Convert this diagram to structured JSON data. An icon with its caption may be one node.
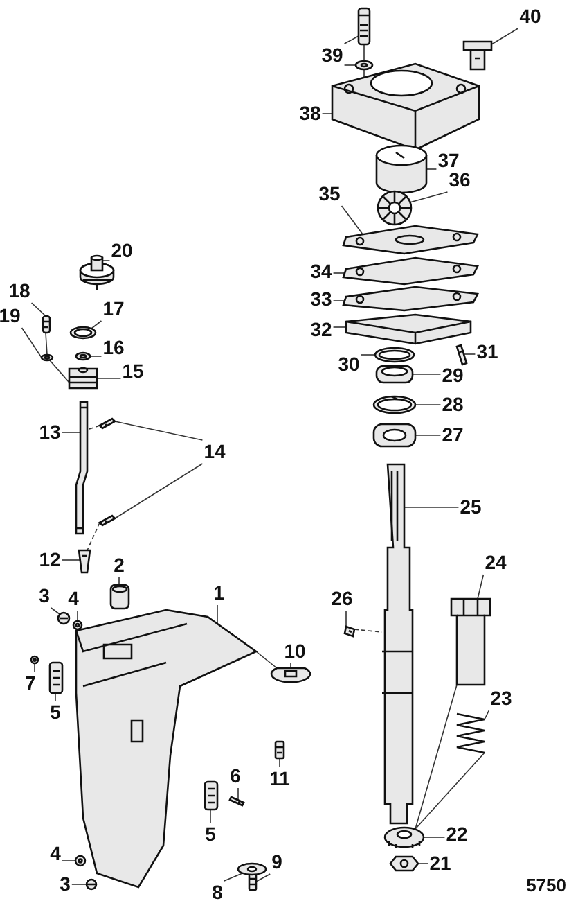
{
  "diagram": {
    "nodes": [
      {
        "text": [
          "40"
        ]
      },
      {
        "text": [
          "39"
        ]
      },
      {
        "text": [
          "38"
        ]
      },
      {
        "text": [
          "37"
        ]
      },
      {
        "text": [
          "36"
        ]
      },
      {
        "text": [
          "35"
        ]
      },
      {
        "text": [
          "20"
        ]
      },
      {
        "text": [
          "34"
        ]
      },
      {
        "text": [
          "18"
        ]
      },
      {
        "text": [
          "17"
        ]
      },
      {
        "text": [
          "33"
        ]
      },
      {
        "text": [
          "19"
        ]
      },
      {
        "text": [
          "16"
        ]
      },
      {
        "text": [
          "32"
        ]
      },
      {
        "text": [
          "15"
        ]
      },
      {
        "text": [
          "31"
        ]
      },
      {
        "text": [
          "30"
        ]
      },
      {
        "text": [
          "29"
        ]
      },
      {
        "text": [
          "28"
        ]
      },
      {
        "text": [
          "13"
        ]
      },
      {
        "text": [
          "14"
        ]
      },
      {
        "text": [
          "27"
        ]
      },
      {
        "text": [
          "25"
        ]
      },
      {
        "text": [
          "12"
        ]
      },
      {
        "text": [
          "2"
        ]
      },
      {
        "text": [
          "24"
        ]
      },
      {
        "text": [
          "1"
        ]
      },
      {
        "text": [
          "3"
        ]
      },
      {
        "text": [
          "4"
        ]
      },
      {
        "text": [
          "26"
        ]
      },
      {
        "text": [
          "10"
        ]
      },
      {
        "text": [
          "7"
        ]
      },
      {
        "text": [
          "23"
        ]
      },
      {
        "text": [
          "5"
        ]
      },
      {
        "text": [
          "11"
        ]
      },
      {
        "text": [
          "6"
        ]
      },
      {
        "text": [
          "5"
        ]
      },
      {
        "text": [
          "22"
        ]
      },
      {
        "text": [
          "4"
        ]
      },
      {
        "text": [
          "9"
        ]
      },
      {
        "text": [
          "3"
        ]
      },
      {
        "text": [
          "21"
        ]
      },
      {
        "text": [
          "8"
        ]
      },
      {
        "text": [],
        "shape": "picture"
      },
      {
        "text": [],
        "shape": "picture"
      },
      {
        "text": [],
        "shape": "picture"
      },
      {
        "text": [],
        "shape": "picture"
      },
      {
        "text": [],
        "shape": "picture"
      },
      {
        "text": [],
        "shape": "picture"
      },
      {
        "text": [],
        "shape": "picture"
      },
      {
        "text": [],
        "shape": "picture"
      },
      {
        "text": [],
        "shape": "picture"
      },
      {
        "text": [],
        "shape": "picture"
      },
      {
        "text": [],
        "shape": "picture"
      },
      {
        "text": [],
        "shape": "picture"
      },
      {
        "text": [],
        "shape": "picture"
      },
      {
        "text": [],
        "shape": "picture"
      },
      {
        "text": [],
        "shape": "picture"
      },
      {
        "text": [],
        "shape": "picture"
      },
      {
        "text": [],
        "shape": "picture"
      },
      {
        "text": [],
        "shape": "picture"
      },
      {
        "text": [],
        "shape": "picture"
      },
      {
        "text": [],
        "shape": "picture"
      },
      {
        "text": [],
        "shape": "picture"
      },
      {
        "text": [],
        "shape": "picture"
      },
      {
        "text": [],
        "shape": "picture"
      },
      {
        "text": [],
        "shape": "picture"
      },
      {
        "text": [],
        "shape": "picture"
      },
      {
        "text": [],
        "shape": "picture"
      },
      {
        "text": [],
        "shape": "picture"
      },
      {
        "text": [],
        "shape": "picture"
      },
      {
        "text": [],
        "shape": "picture"
      },
      {
        "text": [],
        "shape": "picture"
      },
      {
        "text": [],
        "shape": "picture"
      },
      {
        "text": [],
        "shape": "picture"
      },
      {
        "text": [],
        "shape": "picture"
      },
      {
        "text": [],
        "shape": "picture"
      },
      {
        "text": [],
        "shape": "picture"
      },
      {
        "text": [],
        "shape": "picture"
      },
      {
        "text": [],
        "shape": "picture"
      },
      {
        "text": [],
        "shape": "picture"
      },
      {
        "text": [],
        "shape": "picture"
      },
      {
        "text": [],
        "shape": "picture"
      },
      {
        "text": [],
        "shape": "picture"
      },
      {
        "text": [],
        "shape": "picture"
      },
      {
        "text": [],
        "shape": "picture"
      },
      {
        "text": [],
        "shape": "picture"
      },
      {
        "text": [],
        "shape": "picture"
      }
    ],
    "edges": [
      {
        "from": 0,
        "to": 43,
        "arrow": "none"
      },
      {
        "from": 1,
        "to": 44,
        "arrow": "none"
      },
      {
        "from": 1,
        "to": 45,
        "arrow": "none"
      },
      {
        "from": 2,
        "to": 46,
        "arrow": "none"
      },
      {
        "from": 3,
        "to": 47,
        "arrow": "none"
      },
      {
        "from": 4,
        "to": 48,
        "arrow": "none"
      },
      {
        "from": 5,
        "to": 49,
        "arrow": "none"
      },
      {
        "from": 6,
        "to": 50,
        "arrow": "none"
      },
      {
        "from": 7,
        "to": 51,
        "arrow": "none"
      },
      {
        "from": 8,
        "to": 52,
        "arrow": "none"
      },
      {
        "from": 9,
        "to": 53,
        "arrow": "none"
      },
      {
        "from": 10,
        "to": 54,
        "arrow": "none"
      },
      {
        "from": 11,
        "to": 55,
        "arrow": "none"
      },
      {
        "from": 12,
        "to": 56,
        "arrow": "none"
      },
      {
        "from": 13,
        "to": 57,
        "arrow": "none"
      },
      {
        "from": 14,
        "to": 58,
        "arrow": "none"
      },
      {
        "from": 15,
        "to": 59,
        "arrow": "none"
      },
      {
        "from": 16,
        "to": 60,
        "arrow": "none"
      },
      {
        "from": 17,
        "to": 61,
        "arrow": "none"
      },
      {
        "from": 18,
        "to": 62,
        "arrow": "none"
      },
      {
        "from": 19,
        "to": 63,
        "arrow": "none"
      },
      {
        "from": 20,
        "to": 64,
        "arrow": "none"
      },
      {
        "from": 20,
        "to": 65,
        "arrow": "none"
      },
      {
        "from": 21,
        "to": 66,
        "arrow": "none"
      },
      {
        "from": 22,
        "to": 67,
        "arrow": "none"
      },
      {
        "from": 23,
        "to": 68,
        "arrow": "none"
      },
      {
        "from": 24,
        "to": 69,
        "arrow": "none"
      },
      {
        "from": 25,
        "to": 70,
        "arrow": "none"
      },
      {
        "from": 26,
        "to": 71,
        "arrow": "none"
      },
      {
        "from": 27,
        "to": 72,
        "arrow": "none"
      },
      {
        "from": 28,
        "to": 73,
        "arrow": "none"
      },
      {
        "from": 29,
        "to": 74,
        "arrow": "none"
      },
      {
        "from": 30,
        "to": 75,
        "arrow": "none"
      },
      {
        "from": 31,
        "to": 76,
        "arrow": "none"
      },
      {
        "from": 32,
        "to": 77,
        "arrow": "none"
      },
      {
        "from": 33,
        "to": 78,
        "arrow": "none"
      },
      {
        "from": 34,
        "to": 79,
        "arrow": "none"
      },
      {
        "from": 35,
        "to": 80,
        "arrow": "none"
      },
      {
        "from": 36,
        "to": 81,
        "arrow": "none"
      },
      {
        "from": 37,
        "to": 82,
        "arrow": "none"
      },
      {
        "from": 38,
        "to": 83,
        "arrow": "none"
      },
      {
        "from": 39,
        "to": 84,
        "arrow": "none"
      },
      {
        "from": 40,
        "to": 85,
        "arrow": "none"
      },
      {
        "from": 41,
        "to": 86,
        "arrow": "none"
      },
      {
        "from": 42,
        "to": 87,
        "arrow": "none"
      },
      {
        "from": 44,
        "to": 45,
        "arrow": "none"
      },
      {
        "from": 45,
        "to": 46,
        "arrow": "none"
      },
      {
        "from": 52,
        "to": 55,
        "arrow": "none"
      },
      {
        "from": 55,
        "to": 58,
        "arrow": "none"
      },
      {
        "from": 64,
        "to": 63,
        "arrow": "none",
        "style": "dashed"
      },
      {
        "from": 65,
        "to": 68,
        "arrow": "none",
        "style": "dashed"
      },
      {
        "from": 74,
        "to": 67,
        "arrow": "none",
        "style": "dashed"
      },
      {
        "from": 71,
        "to": 75,
        "arrow": "none"
      },
      {
        "from": 77,
        "to": 82,
        "arrow": "none"
      },
      {
        "from": 70,
        "to": 82,
        "arrow": "none"
      }
    ],
    "labels": [
      "5750"
    ]
  }
}
